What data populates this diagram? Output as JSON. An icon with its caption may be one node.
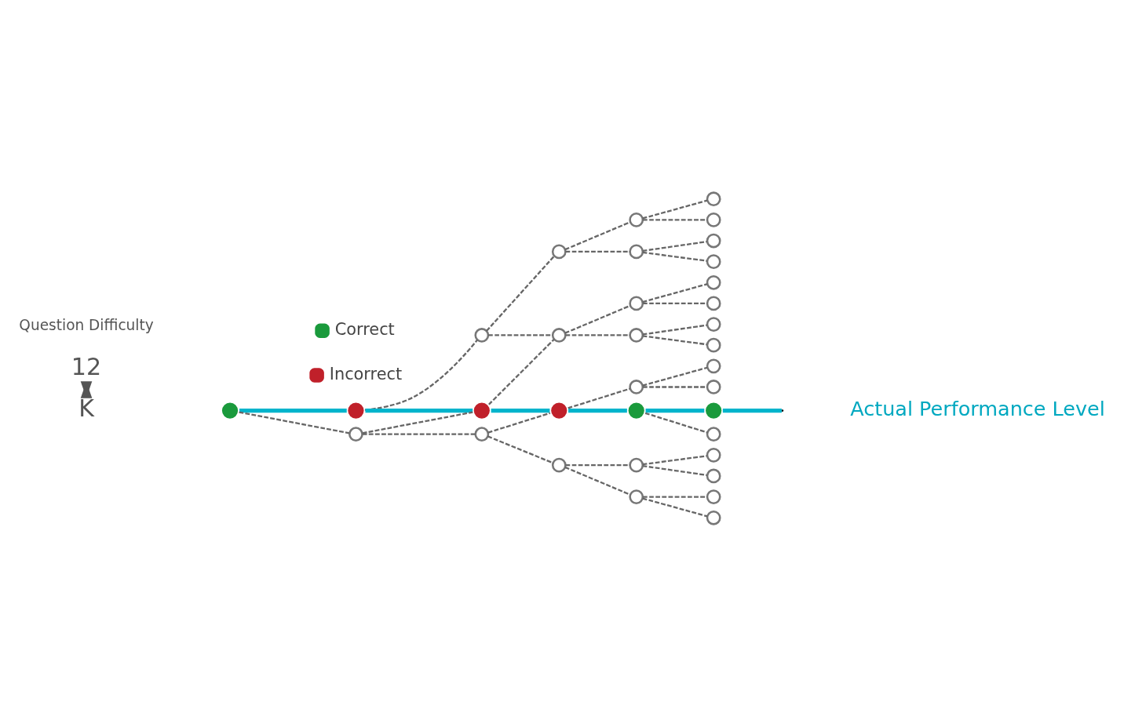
{
  "diagram": {
    "nodes": [
      {
        "text": [],
        "shape": "circle"
      },
      {
        "text": [],
        "shape": "circle"
      },
      {
        "text": [],
        "shape": "circle"
      },
      {
        "text": [],
        "shape": "circle"
      },
      {
        "text": [],
        "shape": "circle"
      },
      {
        "text": [],
        "shape": "circle"
      },
      {
        "text": [],
        "shape": "circle"
      },
      {
        "text": [],
        "shape": "circle"
      },
      {
        "text": [],
        "shape": "circle"
      },
      {
        "text": [],
        "shape": "circle"
      },
      {
        "text": [],
        "shape": "circle"
      },
      {
        "text": [],
        "shape": "circle"
      },
      {
        "text": [],
        "shape": "circle"
      },
      {
        "text": [],
        "shape": "circle"
      },
      {
        "text": [],
        "shape": "circle"
      },
      {
        "text": [],
        "shape": "circle"
      },
      {
        "text": [],
        "shape": "circle"
      },
      {
        "text": [],
        "shape": "circle"
      },
      {
        "text": [],
        "shape": "circle"
      },
      {
        "text": [],
        "shape": "circle"
      },
      {
        "text": [],
        "shape": "circle"
      },
      {
        "text": [],
        "shape": "circle"
      },
      {
        "text": [],
        "shape": "circle"
      },
      {
        "text": [],
        "shape": "circle"
      },
      {
        "text": [],
        "shape": "circle"
      },
      {
        "text": [],
        "shape": "circle"
      },
      {
        "text": [],
        "shape": "circle"
      },
      {
        "text": [],
        "shape": "circle"
      },
      {
        "text": [],
        "shape": "circle"
      },
      {
        "text": [],
        "shape": "circle"
      },
      {
        "text": [],
        "shape": "circle"
      },
      {
        "text": [],
        "shape": "circle"
      },
      {
        "text": [],
        "shape": "circle"
      },
      {
        "text": [],
        "shape": "circle"
      }
    ],
    "edges": [
      {
        "from": 0,
        "to": 1,
        "arrow": "none",
        "style": "thick",
        "color": "#00b4cc"
      },
      {
        "from": 0,
        "to": 2,
        "arrow": "none",
        "style": "dashed"
      },
      {
        "from": 1,
        "to": 3,
        "arrow": "none",
        "style": "dashed"
      },
      {
        "from": 1,
        "to": 4,
        "arrow": "none",
        "style": "thick",
        "color": "#00b4cc"
      },
      {
        "from": 2,
        "to": 4,
        "arrow": "none",
        "style": "dashed"
      },
      {
        "from": 2,
        "to": 5,
        "arrow": "none",
        "style": "dashed"
      },
      {
        "from": 3,
        "to": 6,
        "arrow": "none",
        "style": "dashed"
      },
      {
        "from": 3,
        "to": 7,
        "arrow": "none",
        "style": "dashed"
      },
      {
        "from": 4,
        "to": 7,
        "arrow": "none",
        "style": "dashed"
      },
      {
        "from": 4,
        "to": 8,
        "arrow": "none",
        "style": "thick",
        "color": "#00b4cc"
      },
      {
        "from": 5,
        "to": 8,
        "arrow": "none",
        "style": "dashed"
      },
      {
        "from": 5,
        "to": 9,
        "arrow": "none",
        "style": "dashed"
      },
      {
        "from": 6,
        "to": 10,
        "arrow": "none",
        "style": "dashed"
      },
      {
        "from": 6,
        "to": 11,
        "arrow": "none",
        "style": "dashed"
      },
      {
        "from": 7,
        "to": 12,
        "arrow": "none",
        "style": "dashed"
      },
      {
        "from": 7,
        "to": 13,
        "arrow": "none",
        "style": "dashed"
      },
      {
        "from": 8,
        "to": 14,
        "arrow": "none",
        "style": "dashed"
      },
      {
        "from": 8,
        "to": 15,
        "arrow": "none",
        "style": "thick",
        "color": "#00b4cc"
      },
      {
        "from": 9,
        "to": 16,
        "arrow": "none",
        "style": "dashed"
      },
      {
        "from": 9,
        "to": 17,
        "arrow": "none",
        "style": "dashed"
      },
      {
        "from": 10,
        "to": 18,
        "arrow": "none",
        "style": "dashed"
      },
      {
        "from": 10,
        "to": 19,
        "arrow": "none",
        "style": "dashed"
      },
      {
        "from": 11,
        "to": 20,
        "arrow": "none",
        "style": "dashed"
      },
      {
        "from": 11,
        "to": 21,
        "arrow": "none",
        "style": "dashed"
      },
      {
        "from": 12,
        "to": 22,
        "arrow": "none",
        "style": "dashed"
      },
      {
        "from": 12,
        "to": 23,
        "arrow": "none",
        "style": "dashed"
      },
      {
        "from": 13,
        "to": 24,
        "arrow": "none",
        "style": "dashed"
      },
      {
        "from": 13,
        "to": 25,
        "arrow": "none",
        "style": "dashed"
      },
      {
        "from": 14,
        "to": 26,
        "arrow": "none",
        "style": "dashed"
      },
      {
        "from": 14,
        "to": 27,
        "arrow": "none",
        "style": "dashed"
      },
      {
        "from": 15,
        "to": 28,
        "arrow": "none",
        "style": "thick",
        "color": "#00b4cc"
      },
      {
        "from": 15,
        "to": 29,
        "arrow": "none",
        "style": "dashed"
      },
      {
        "from": 16,
        "to": 30,
        "arrow": "none",
        "style": "dashed"
      },
      {
        "from": 16,
        "to": 31,
        "arrow": "none",
        "style": "dashed"
      },
      {
        "from": 17,
        "to": 32,
        "arrow": "none",
        "style": "dashed"
      },
      {
        "from": 17,
        "to": 33,
        "arrow": "none",
        "style": "dashed"
      },
      {
        "from": 28,
        "to": null,
        "arrow": "none",
        "style": "thick",
        "color": "#00b4cc"
      }
    ],
    "labels": [
      "Question Difficulty",
      "12",
      "K",
      "Actual Performance Level"
    ],
    "legend": [
      {
        "text": "Correct",
        "color": "#1a9a3c"
      },
      {
        "text": "Incorrect",
        "color": "#c0202a"
      }
    ]
  }
}
